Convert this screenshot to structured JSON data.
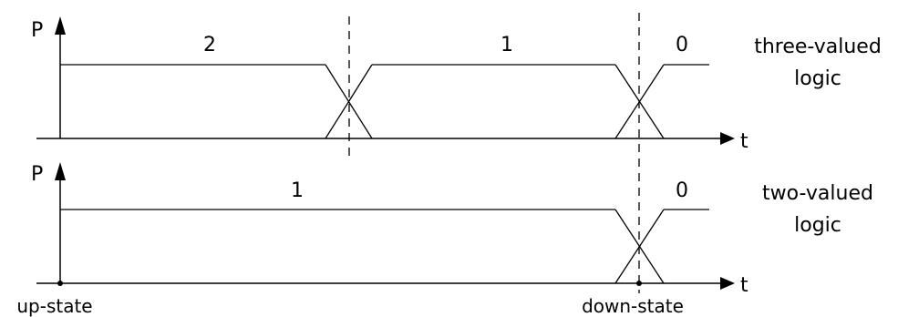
{
  "diagram": {
    "colors": {
      "ink": "#000000",
      "background": "#ffffff"
    },
    "top_panel": {
      "y_axis_label": "P",
      "x_axis_label": "t",
      "state_labels": [
        "2",
        "1",
        "0"
      ],
      "side_label_line1": "three-valued",
      "side_label_line2": "logic"
    },
    "bottom_panel": {
      "y_axis_label": "P",
      "x_axis_label": "t",
      "state_labels": [
        "1",
        "0"
      ],
      "side_label_line1": "two-valued",
      "side_label_line2": "logic"
    },
    "markers": {
      "left_label": "up-state",
      "right_label": "down-state"
    }
  }
}
